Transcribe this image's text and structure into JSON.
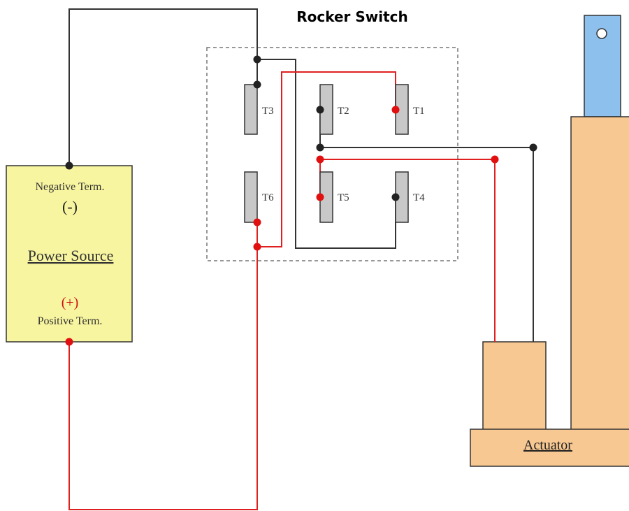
{
  "title": "Rocker Switch",
  "power_source": {
    "label": "Power Source",
    "negative_term": "Negative Term.",
    "negative_sign": "(-)",
    "positive_sign": "(+)",
    "positive_term": "Positive Term."
  },
  "terminals": {
    "t1": "T1",
    "t2": "T2",
    "t3": "T3",
    "t4": "T4",
    "t5": "T5",
    "t6": "T6"
  },
  "actuator": {
    "label": "Actuator"
  },
  "colors": {
    "negative_wire": "#333333",
    "positive_wire": "#e02020",
    "power_box_fill": "#f8f5a0",
    "actuator_fill": "#f8c892",
    "rod_fill": "#8ec0ee",
    "terminal_fill": "#c8c8c8"
  }
}
